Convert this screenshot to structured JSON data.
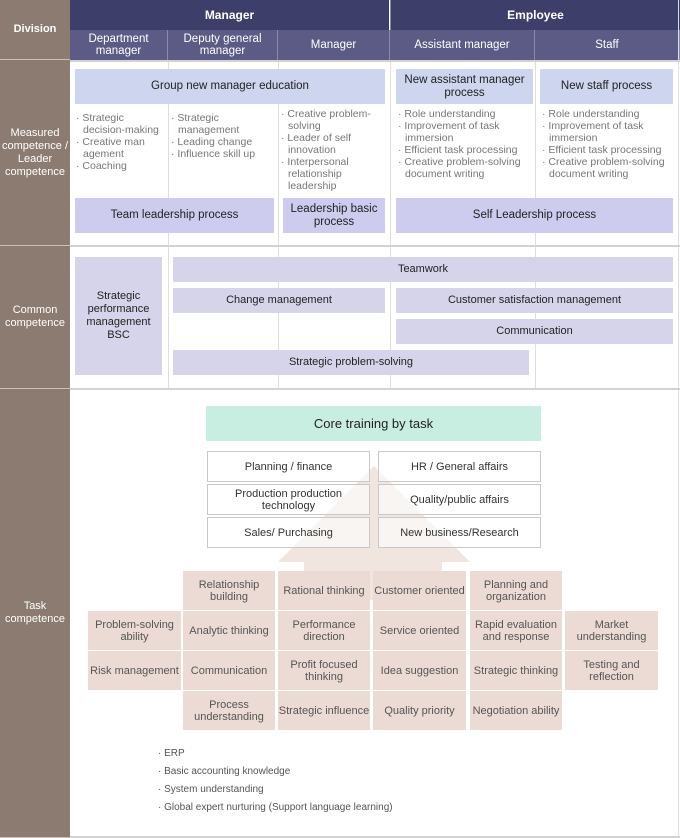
{
  "header": {
    "division": "Division",
    "manager": "Manager",
    "employee": "Employee",
    "sub": [
      "Department manager",
      "Deputy general manager",
      "Manager",
      "Assistant manager",
      "Staff"
    ]
  },
  "rows": {
    "measured": "Measured competence / Leader competence",
    "common": "Common competence",
    "task": "Task competence"
  },
  "measured": {
    "top": [
      "Group new manager education",
      "New assistant manager process",
      "New staff process"
    ],
    "lists": [
      [
        "Strategic decision-making",
        "Creative man agement",
        "Coaching"
      ],
      [
        "Strategic management",
        "Leading change",
        "Influence skill up"
      ],
      [
        "Creative problem-solving",
        "Leader of self innovation",
        "Interpersonal relationship leadership"
      ],
      [
        "Role understanding",
        "Improvement of task immersion",
        "Efficient task processing",
        "Creative problem-solving document writing"
      ],
      [
        "Role understanding",
        "Improvement of task immersion",
        "Efficient task processing",
        "Creative problem-solving document writing"
      ]
    ],
    "bottom": [
      "Team leadership process",
      "Leadership basic process",
      "Self Leadership process"
    ]
  },
  "common": [
    "Strategic performance management BSC",
    "Teamwork",
    "Change management",
    "Customer satisfaction management",
    "Communication",
    "Strategic problem-solving"
  ],
  "task": {
    "core": "Core training by task",
    "areas": [
      "Planning / finance",
      "HR / General affairs",
      "Production production technology",
      "Quality/public affairs",
      "Sales/ Purchasing",
      "New business/Research"
    ],
    "competencies": [
      [
        null,
        "Relationship building",
        "Rational thinking",
        "Customer oriented",
        "Planning and organization",
        null
      ],
      [
        "Problem-solving ability",
        "Analytic thinking",
        "Performance direction",
        "Service oriented",
        "Rapid evaluation and response",
        "Market understanding"
      ],
      [
        "Risk management",
        "Communication",
        "Profit focused thinking",
        "Idea suggestion",
        "Strategic thinking",
        "Testing and reflection"
      ],
      [
        null,
        "Process understanding",
        "Strategic influence",
        "Quality priority",
        "Negotiation ability",
        null
      ]
    ],
    "extras": [
      "ERP",
      "Basic accounting knowledge",
      "System understanding",
      "Global expert nurturing (Support language learning)"
    ]
  },
  "colors": {
    "header": "#3e3e6a",
    "subheader": "#5b5b86",
    "side": "#8b7b70",
    "top_box": "#cdd5ef",
    "process_box": "#cdcbee",
    "common_box": "#d5d4ea",
    "core_box": "#c8eee1",
    "competency_box": "#ecdbd4",
    "arrow": "#f1e5df"
  }
}
